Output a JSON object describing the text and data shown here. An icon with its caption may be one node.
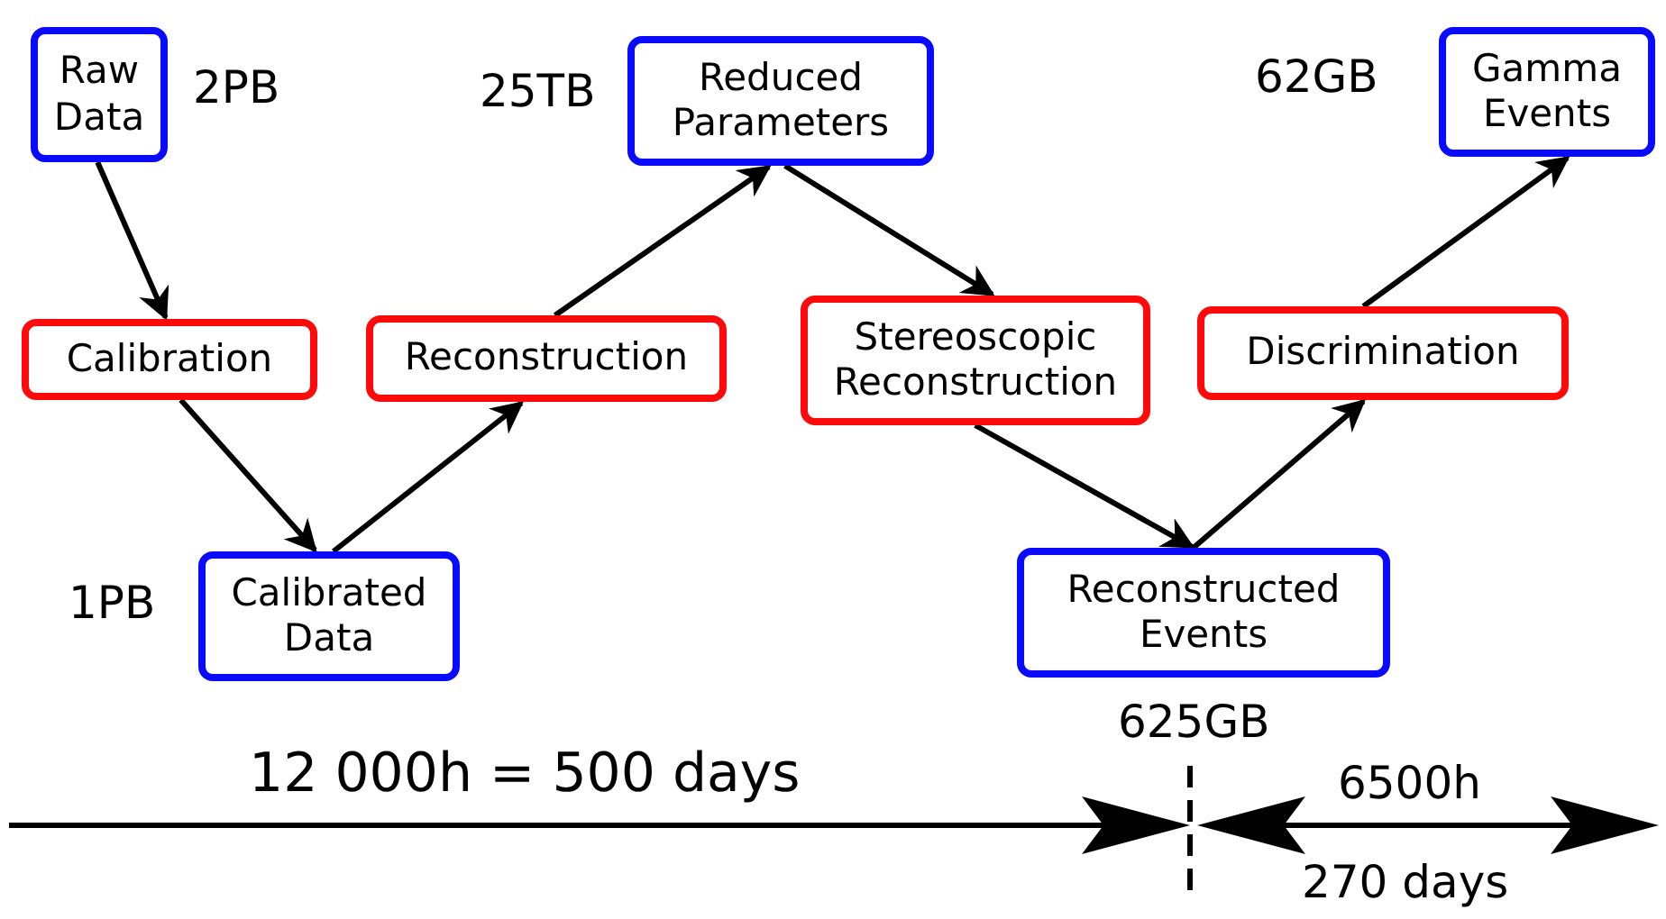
{
  "diagram": {
    "nodes": [
      {
        "text": [
          "Raw Data"
        ],
        "beside": [
          "2PB"
        ]
      },
      {
        "text": [
          "Calibration"
        ]
      },
      {
        "text": [
          "Calibrated Data"
        ],
        "beside": [
          "1PB"
        ]
      },
      {
        "text": [
          "Reconstruction"
        ]
      },
      {
        "text": [
          "Reduced Parameters"
        ],
        "beside": [
          "25TB"
        ]
      },
      {
        "text": [
          "Stereoscopic Reconstruction"
        ]
      },
      {
        "text": [
          "Reconstructed Events"
        ],
        "beside": [
          "625GB"
        ]
      },
      {
        "text": [
          "Discrimination"
        ]
      },
      {
        "text": [
          "Gamma Events"
        ],
        "beside": [
          "62GB"
        ]
      }
    ],
    "edges": [
      {
        "from": 0,
        "to": 1,
        "arrow": "to"
      },
      {
        "from": 1,
        "to": 2,
        "arrow": "to"
      },
      {
        "from": 2,
        "to": 3,
        "arrow": "to"
      },
      {
        "from": 3,
        "to": 4,
        "arrow": "to"
      },
      {
        "from": 4,
        "to": 5,
        "arrow": "to"
      },
      {
        "from": 5,
        "to": 6,
        "arrow": "to"
      },
      {
        "from": 6,
        "to": 7,
        "arrow": "to"
      },
      {
        "from": 7,
        "to": 8,
        "arrow": "to"
      }
    ],
    "labels": [
      "12 000h = 500 days",
      "6500h",
      "270 days"
    ]
  }
}
